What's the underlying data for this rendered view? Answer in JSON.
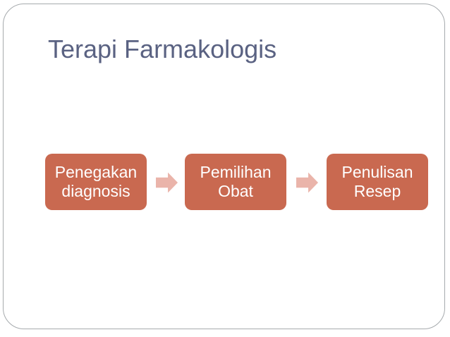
{
  "slide": {
    "title": "Terapi Farmakologis",
    "process": {
      "type": "horizontal-flow",
      "steps": [
        {
          "label": "Penegakan diagnosis"
        },
        {
          "label": "Pemilihan Obat"
        },
        {
          "label": "Penulisan Resep"
        }
      ],
      "connector": "right-block-arrow"
    },
    "colors": {
      "title": "#5a6282",
      "step_fill": "#c96950",
      "step_text": "#ffffff",
      "arrow": "#eab4aa",
      "slide_border": "#a6aaad",
      "background": "#ffffff"
    }
  }
}
